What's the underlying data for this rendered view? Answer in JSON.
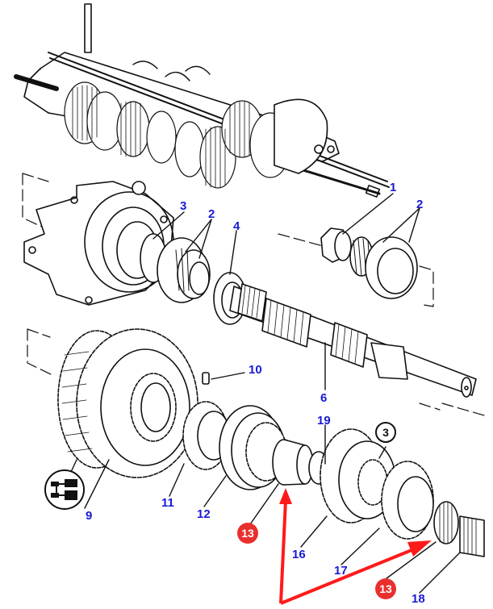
{
  "diagram": {
    "title": "Gearbox mainshaft exploded parts diagram",
    "callout_color": "#1a1ad6",
    "highlight_color": "#e8302e",
    "callouts": [
      {
        "id": "c1",
        "label": "1"
      },
      {
        "id": "c2a",
        "label": "2"
      },
      {
        "id": "c2b",
        "label": "2"
      },
      {
        "id": "c3",
        "label": "3"
      },
      {
        "id": "c4",
        "label": "4"
      },
      {
        "id": "c6",
        "label": "6"
      },
      {
        "id": "c9",
        "label": "9"
      },
      {
        "id": "c10",
        "label": "10"
      },
      {
        "id": "c11",
        "label": "11"
      },
      {
        "id": "c12",
        "label": "12"
      },
      {
        "id": "c16",
        "label": "16"
      },
      {
        "id": "c17",
        "label": "17"
      },
      {
        "id": "c18",
        "label": "18"
      },
      {
        "id": "c19",
        "label": "19"
      }
    ],
    "highlighted": [
      {
        "id": "h13a",
        "label": "13"
      },
      {
        "id": "h13b",
        "label": "13"
      }
    ],
    "ring_label": "3",
    "symbol_icon": "gear-range-symbol"
  }
}
